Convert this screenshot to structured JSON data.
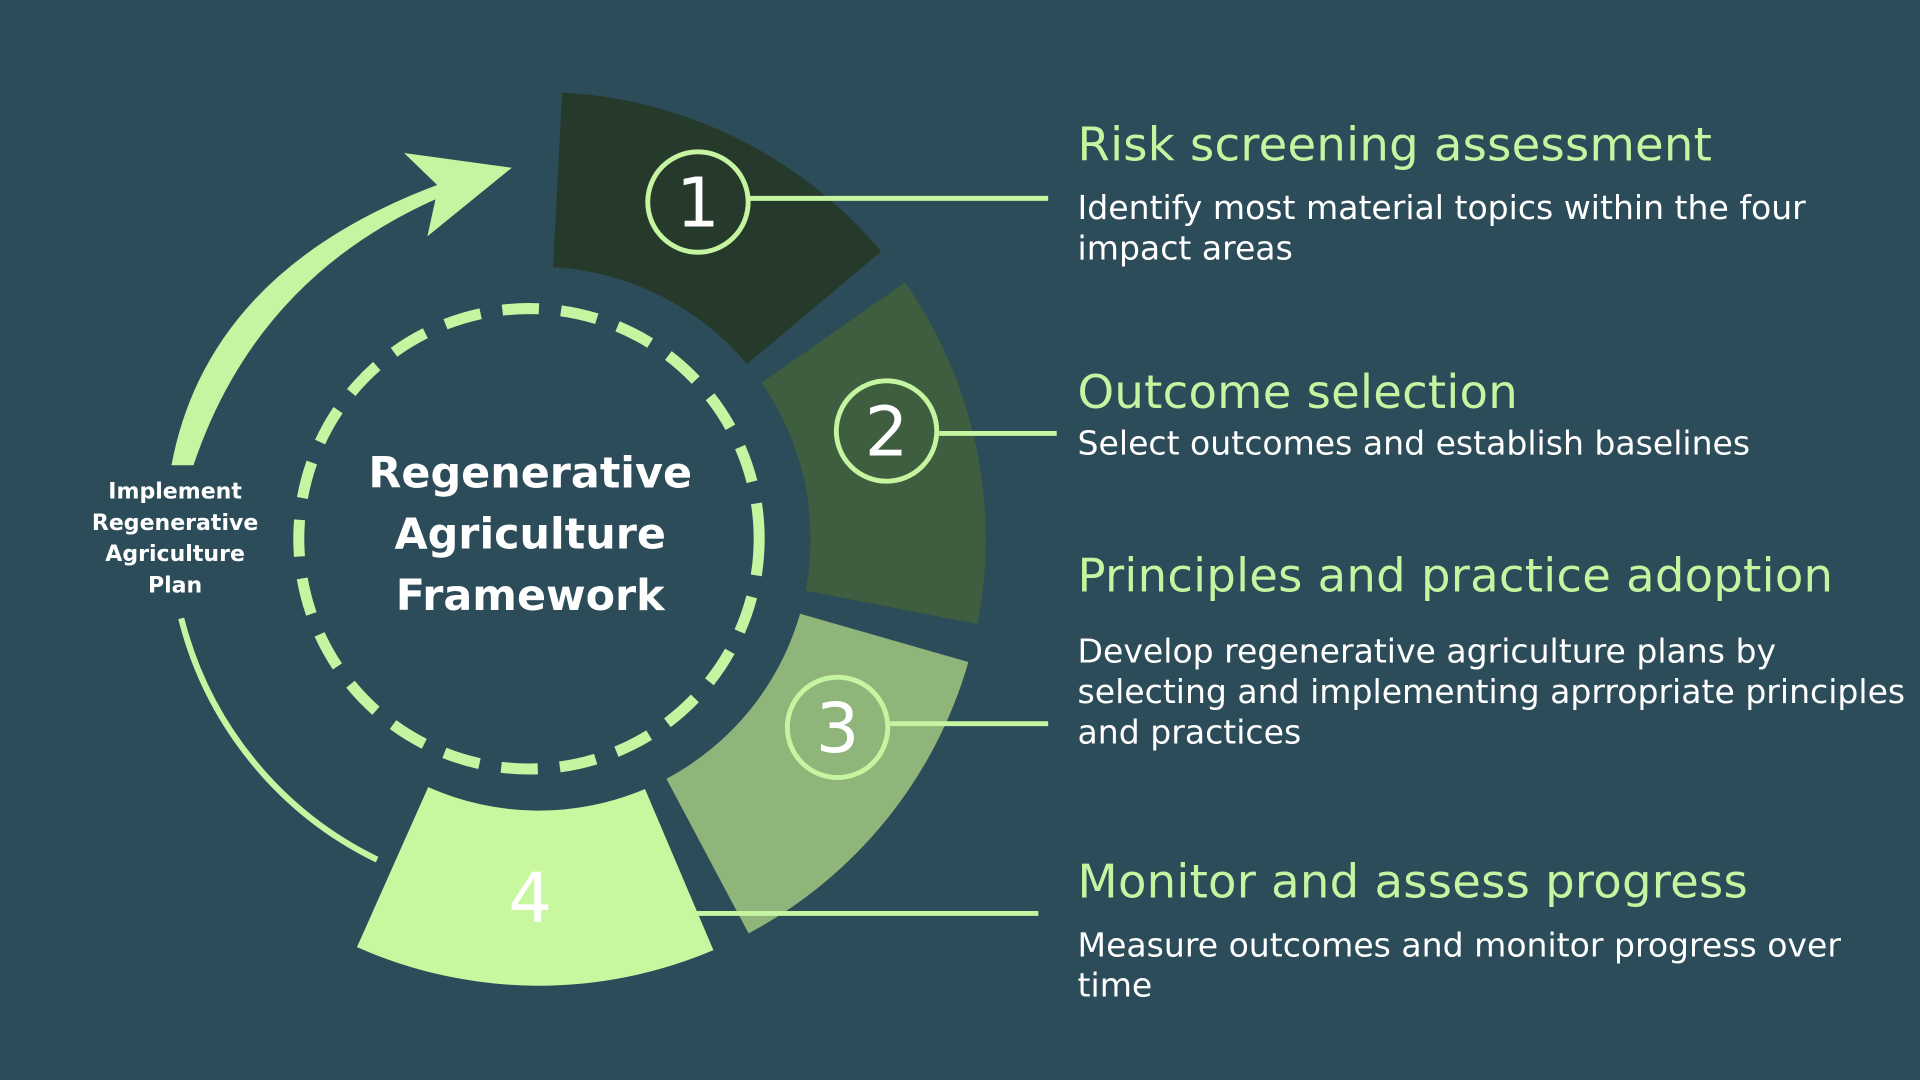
{
  "center_title": [
    "Regenerative",
    "Agriculture",
    "Framework"
  ],
  "cycle_label": [
    "Implement",
    "Regenerative",
    "Agriculture",
    "Plan"
  ],
  "colors": {
    "background": "#2c4c59",
    "accent": "#c5f5a0",
    "segments": [
      "#263a2b",
      "#3f5e3f",
      "#8fb57a",
      "#c8f7a0"
    ]
  },
  "steps": [
    {
      "number": "1",
      "title": "Risk screening assessment",
      "description": "Identify most material topics within the four impact areas"
    },
    {
      "number": "2",
      "title": "Outcome selection",
      "description": "Select outcomes and establish baselines"
    },
    {
      "number": "3",
      "title": "Principles and practice adoption",
      "description": "Develop regenerative agriculture plans by selecting and implementing aprropriate principles and practices"
    },
    {
      "number": "4",
      "title": "Monitor and assess progress",
      "description": "Measure outcomes and monitor progress over time"
    }
  ]
}
